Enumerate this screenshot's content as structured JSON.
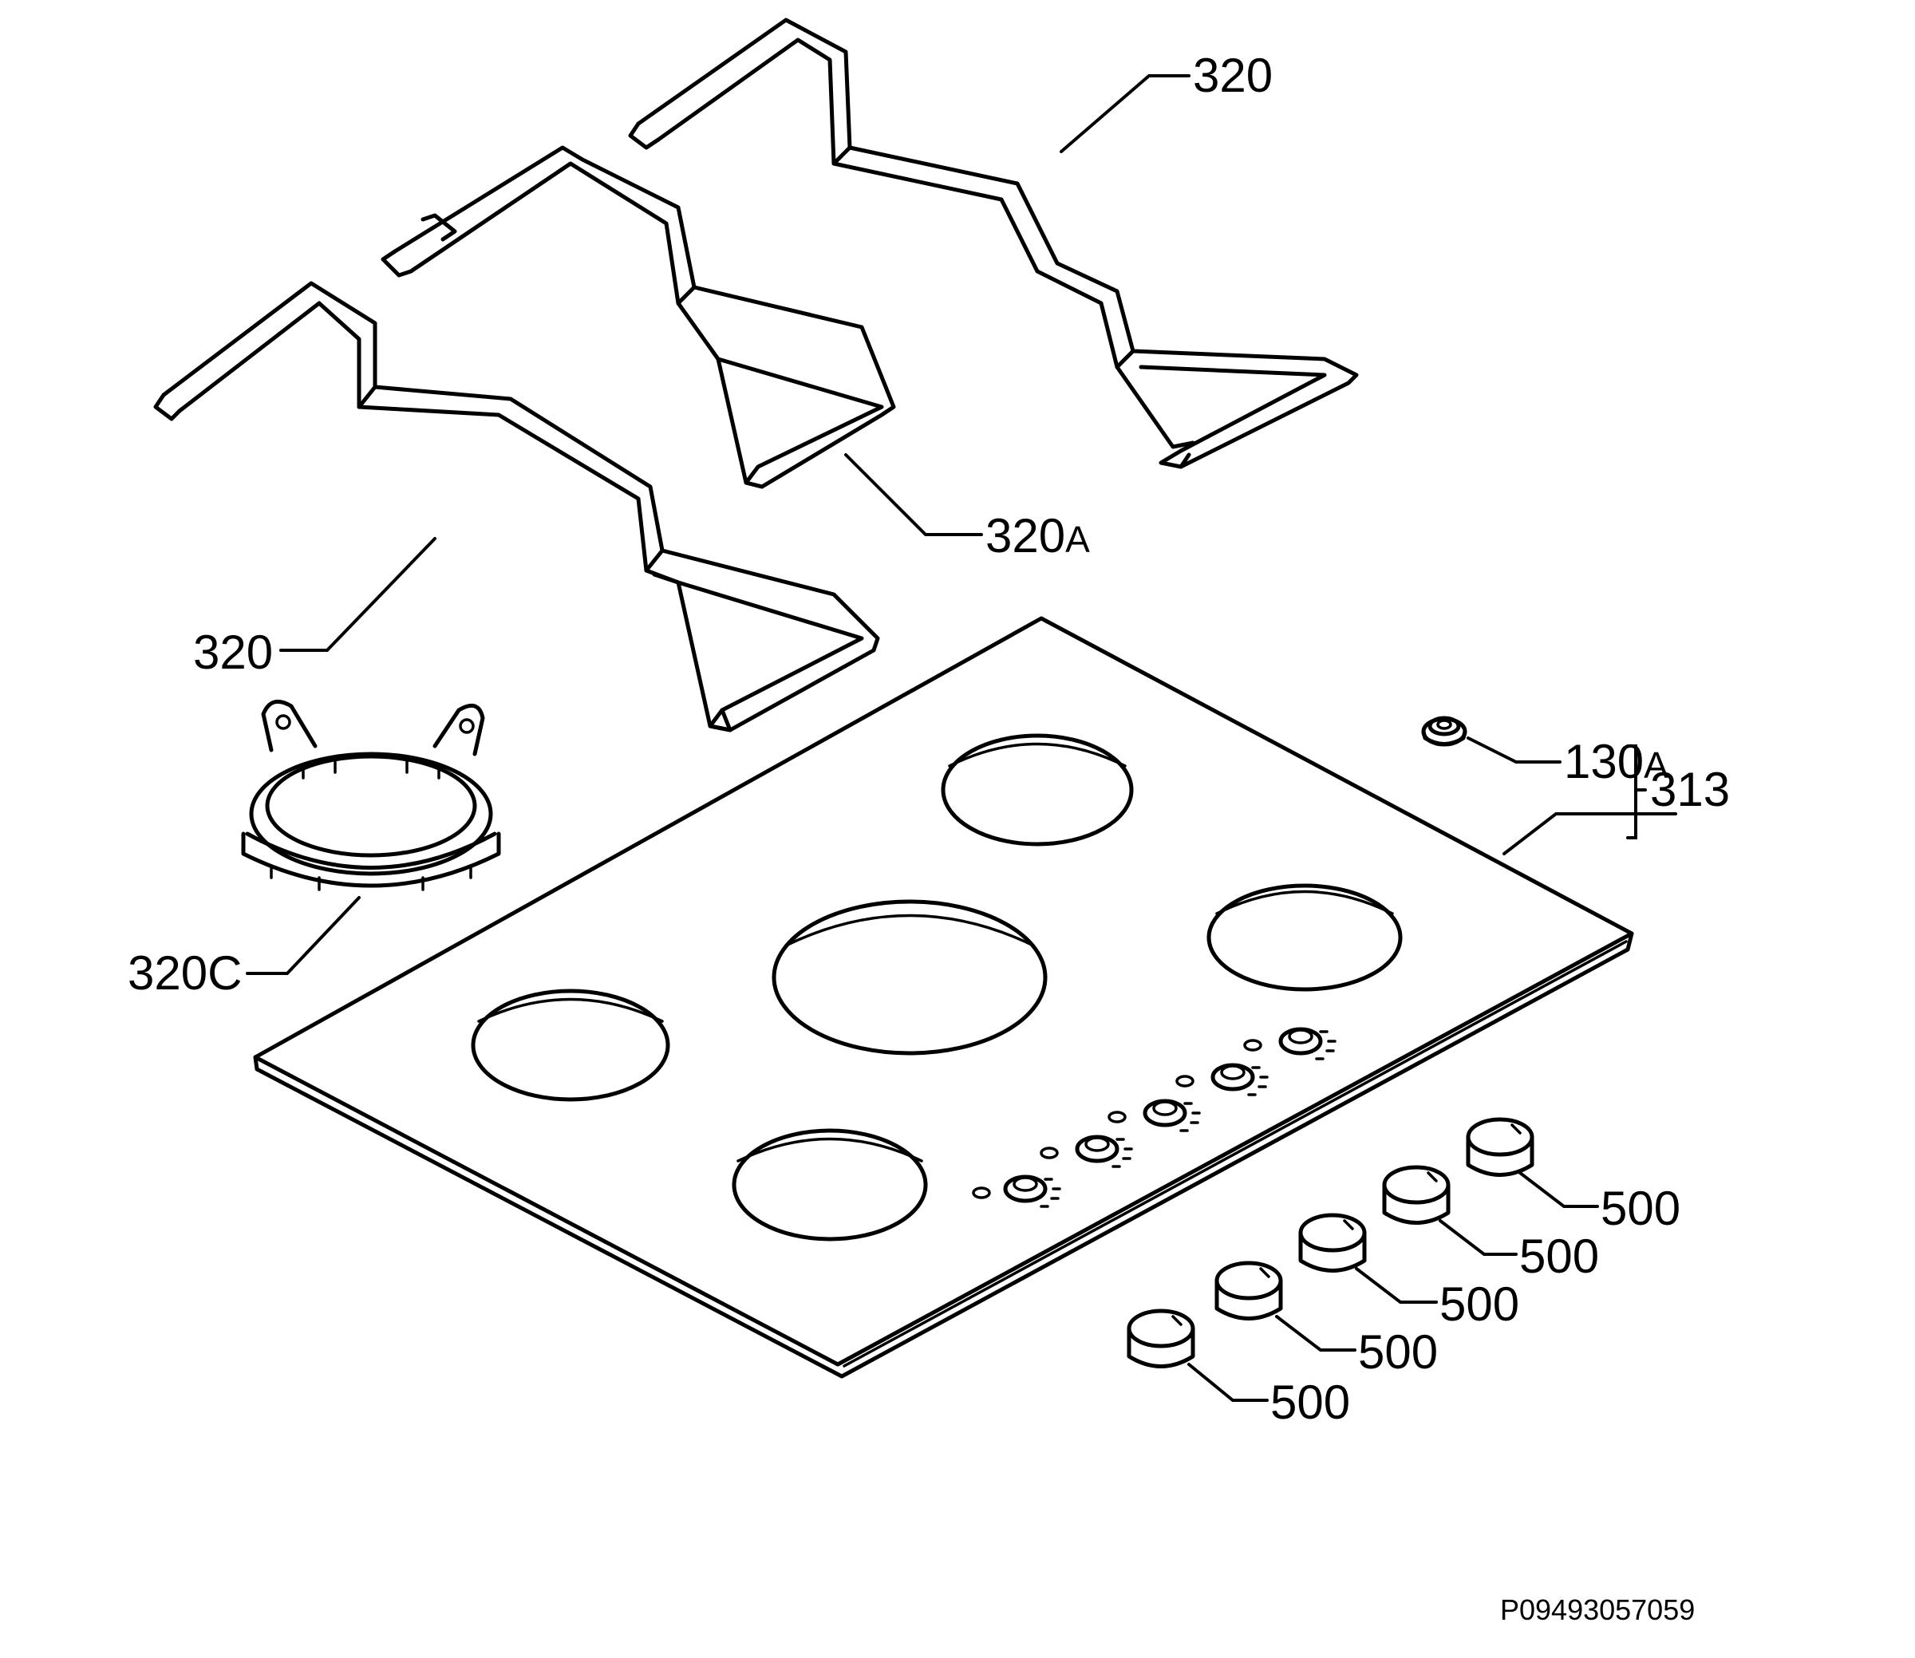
{
  "callouts": {
    "grid_top_right": "320",
    "grid_middle_main": "320",
    "grid_middle_suffix": "A",
    "grid_left": "320",
    "wok_ring_main": "320",
    "wok_ring_suffix": "C",
    "small_part_main": "130",
    "small_part_suffix": "A",
    "hob_group": "313",
    "knob_1": "500",
    "knob_2": "500",
    "knob_3": "500",
    "knob_4": "500",
    "knob_5": "500"
  },
  "drawing_code": "P09493057059"
}
